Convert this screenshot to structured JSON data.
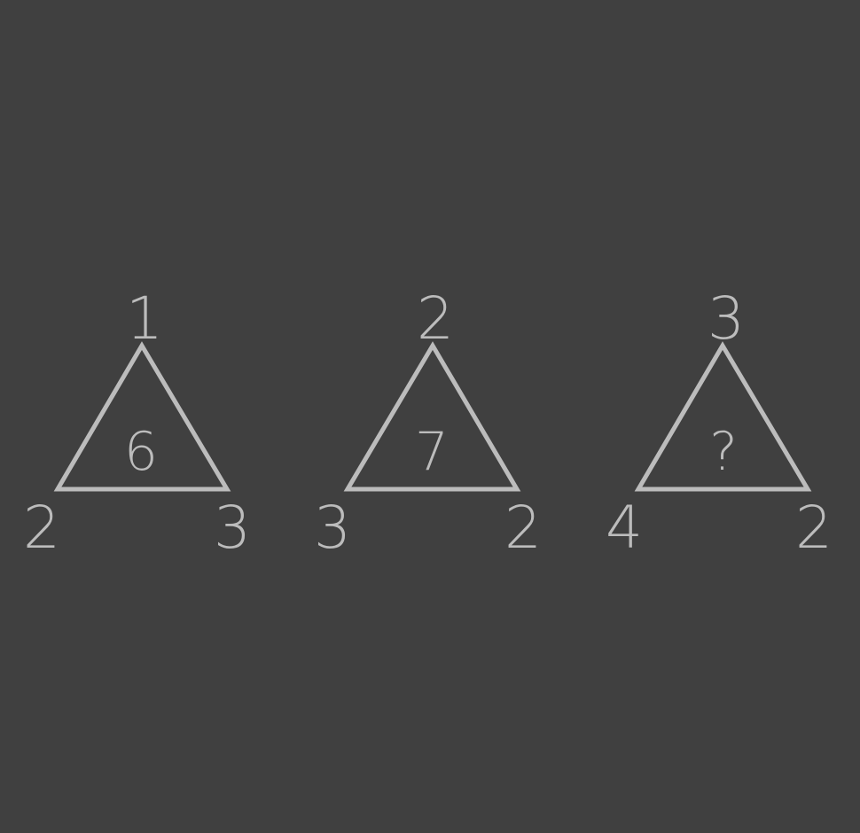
{
  "puzzle": {
    "triangles": [
      {
        "top": "1",
        "bottom_left": "2",
        "bottom_right": "3",
        "center": "6"
      },
      {
        "top": "2",
        "bottom_left": "3",
        "bottom_right": "2",
        "center": "7"
      },
      {
        "top": "3",
        "bottom_left": "4",
        "bottom_right": "2",
        "center": "?"
      }
    ],
    "colors": {
      "background": "#404040",
      "foreground": "#bcbcbc"
    }
  }
}
